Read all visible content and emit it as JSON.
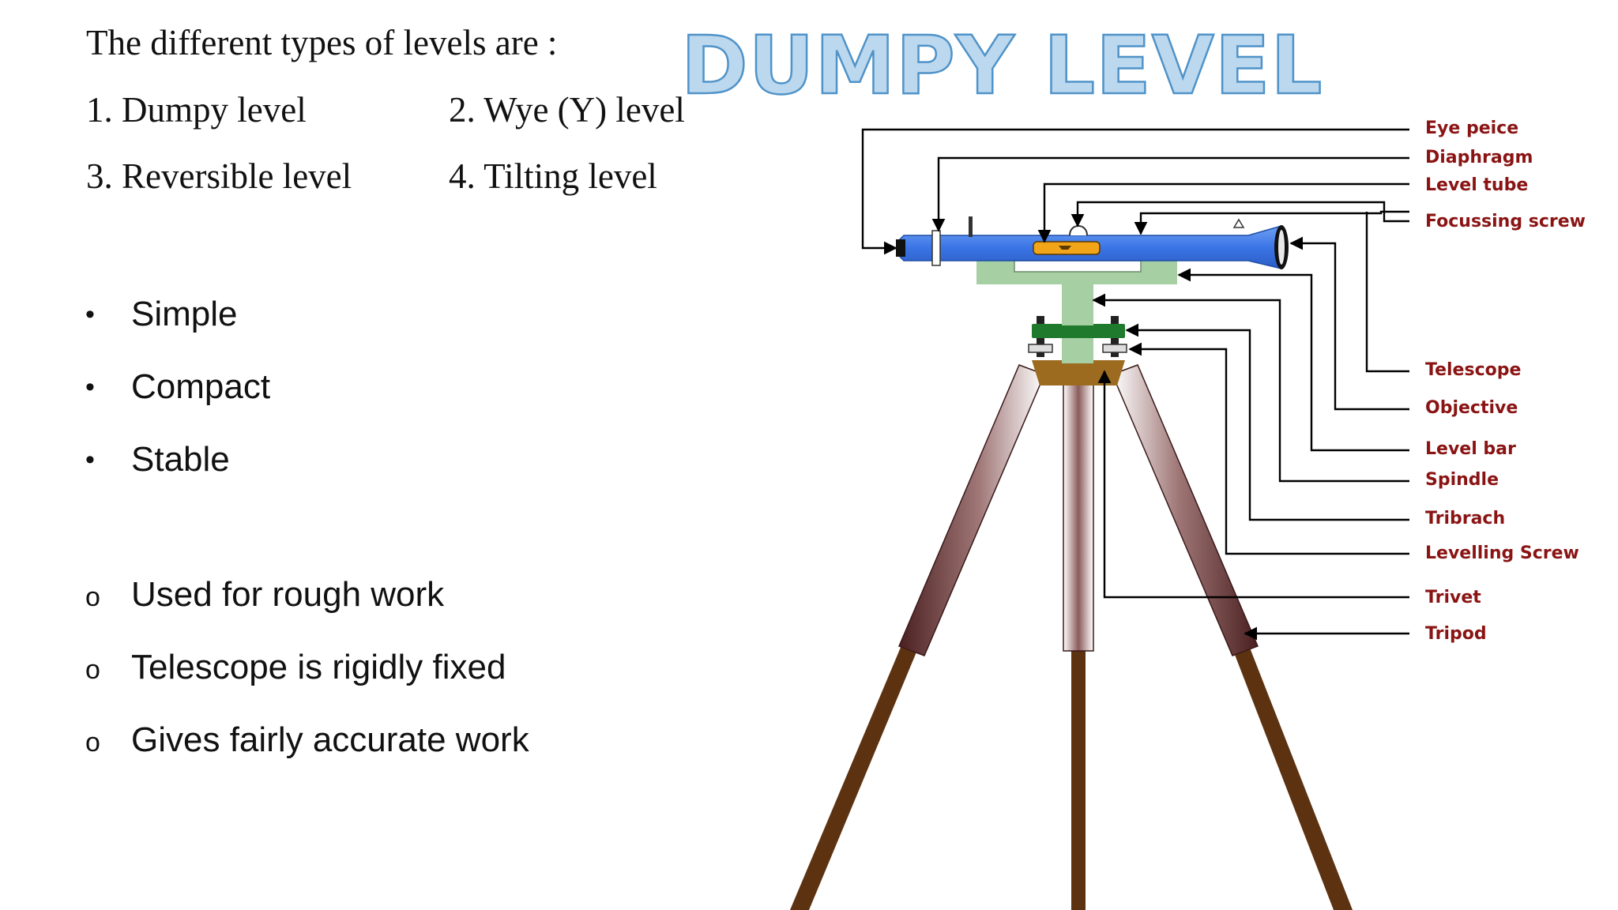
{
  "intro": "The different types of levels are :",
  "types": [
    "1. Dumpy level",
    "2. Wye (Y) level",
    "3. Reversible level",
    "4. Tilting level"
  ],
  "title": "DUMPY LEVEL",
  "advantages": [
    "Simple",
    "Compact",
    "Stable"
  ],
  "features": [
    "Used for rough work",
    "Telescope is rigidly fixed",
    "Gives fairly accurate work"
  ],
  "bullet_symbol": "•",
  "feature_symbol": "o",
  "diagram": {
    "parts": [
      "Eye peice",
      "Diaphragm",
      "Level tube",
      "Focussing screw",
      "Telescope",
      "Objective",
      "Level bar",
      "Spindle",
      "Tribrach",
      "Levelling Screw",
      "Trivet",
      "Tripod"
    ]
  },
  "colors": {
    "title_fill": "#bcd8ee",
    "title_outline": "#4f93c9",
    "label_color": "#8a1414",
    "telescope": "#3b75e6",
    "bar": "#a6d0a4",
    "tribrach": "#1f7a2e",
    "trivet": "#9c6b1f",
    "tripod_sleeve": "#5a2a2a",
    "tripod_leg": "#5c3211"
  }
}
